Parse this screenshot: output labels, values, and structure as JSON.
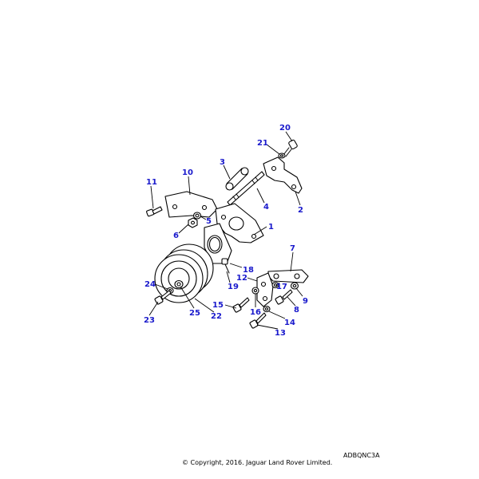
{
  "diagram": {
    "code": "ADBQNC3A",
    "copyright": "© Copyright, 2016. Jaguar Land Rover Limited.",
    "accent_color": "#1a1acc",
    "callouts": [
      {
        "id": "20",
        "label": "20"
      },
      {
        "id": "21",
        "label": "21"
      },
      {
        "id": "3",
        "label": "3"
      },
      {
        "id": "10",
        "label": "10"
      },
      {
        "id": "11",
        "label": "11"
      },
      {
        "id": "2",
        "label": "2"
      },
      {
        "id": "4",
        "label": "4"
      },
      {
        "id": "5",
        "label": "5"
      },
      {
        "id": "6",
        "label": "6"
      },
      {
        "id": "1",
        "label": "1"
      },
      {
        "id": "7",
        "label": "7"
      },
      {
        "id": "18",
        "label": "18"
      },
      {
        "id": "12",
        "label": "12"
      },
      {
        "id": "19",
        "label": "19"
      },
      {
        "id": "17",
        "label": "17"
      },
      {
        "id": "24",
        "label": "24"
      },
      {
        "id": "9",
        "label": "9"
      },
      {
        "id": "8",
        "label": "8"
      },
      {
        "id": "15",
        "label": "15"
      },
      {
        "id": "25",
        "label": "25"
      },
      {
        "id": "22",
        "label": "22"
      },
      {
        "id": "16",
        "label": "16"
      },
      {
        "id": "23",
        "label": "23"
      },
      {
        "id": "14",
        "label": "14"
      },
      {
        "id": "13",
        "label": "13"
      }
    ]
  }
}
